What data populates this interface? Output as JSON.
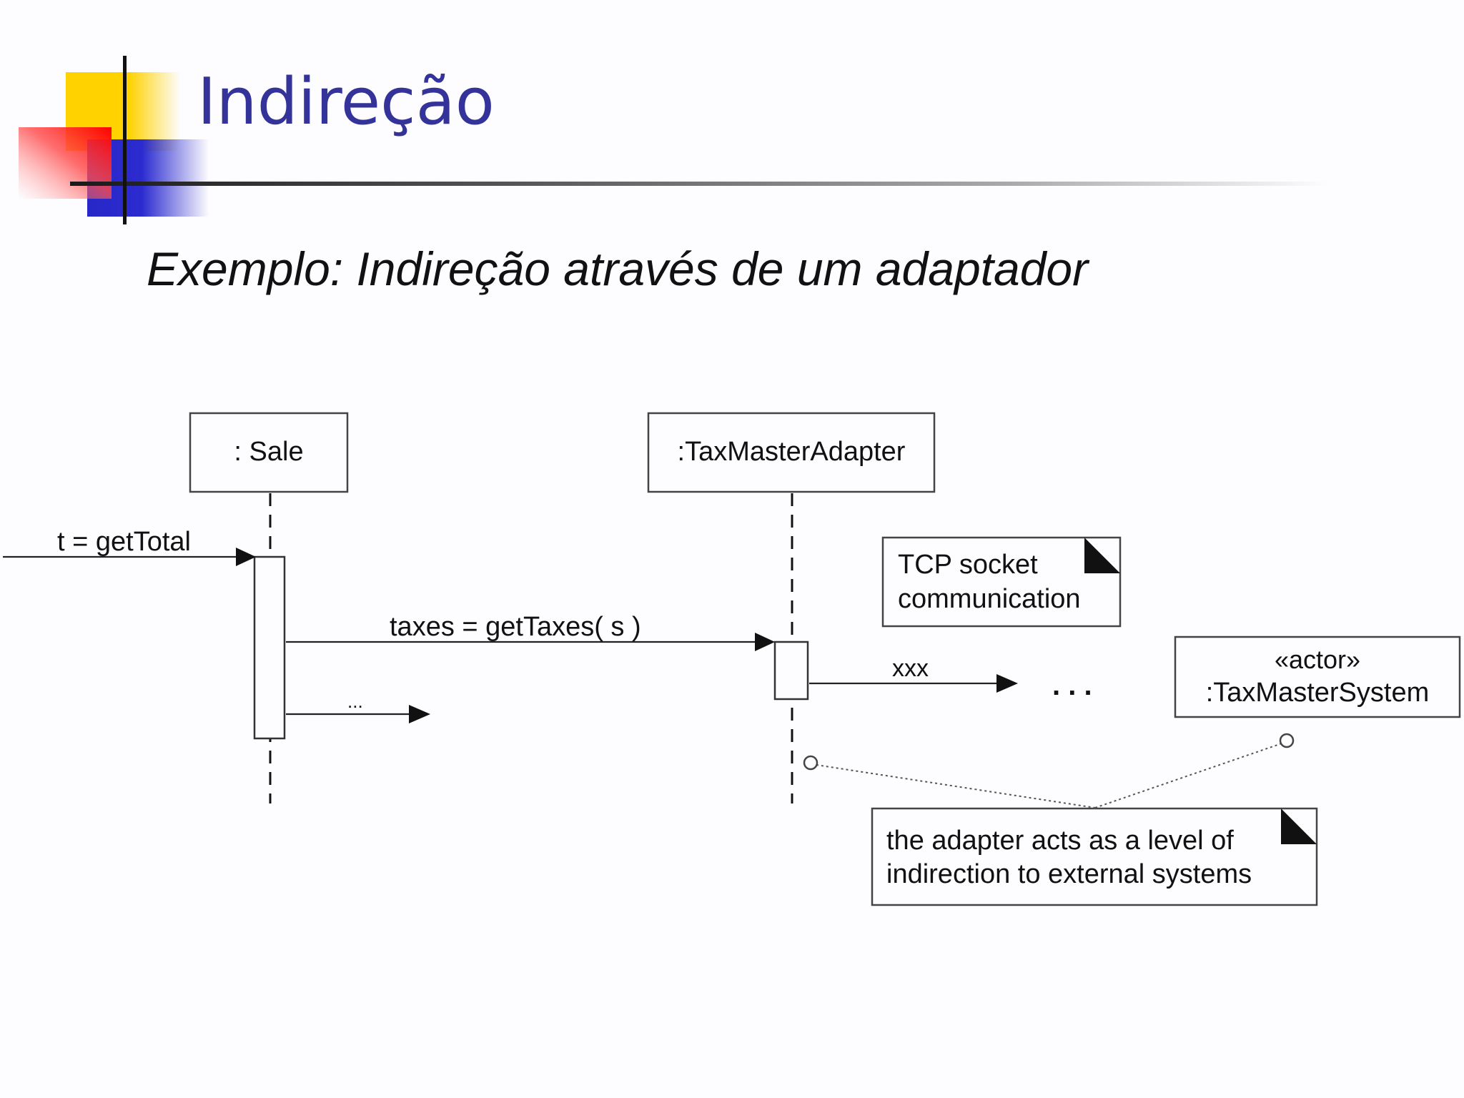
{
  "slide": {
    "title": "Indireção",
    "subtitle": "Exemplo: Indireção através de um adaptador"
  },
  "diagram": {
    "lifelines": [
      {
        "id": "sale",
        "label": ": Sale"
      },
      {
        "id": "adapter",
        "label": ":TaxMasterAdapter"
      },
      {
        "id": "system",
        "stereotype": "«actor»",
        "label": ":TaxMasterSystem"
      }
    ],
    "messages": [
      {
        "from": "caller",
        "to": "sale",
        "label": "t = getTotal"
      },
      {
        "from": "sale",
        "to": "adapter",
        "label": "taxes = getTaxes( s )"
      },
      {
        "from": "sale",
        "to": "elsewhere",
        "label": "..."
      },
      {
        "from": "adapter",
        "to": "system",
        "label": "xxx"
      }
    ],
    "continuation": ". . .",
    "notes": [
      {
        "id": "tcp",
        "lines": [
          "TCP socket",
          "communication"
        ]
      },
      {
        "id": "adapter-note",
        "lines": [
          "the adapter acts as a level of",
          "indirection to external systems"
        ]
      }
    ]
  }
}
